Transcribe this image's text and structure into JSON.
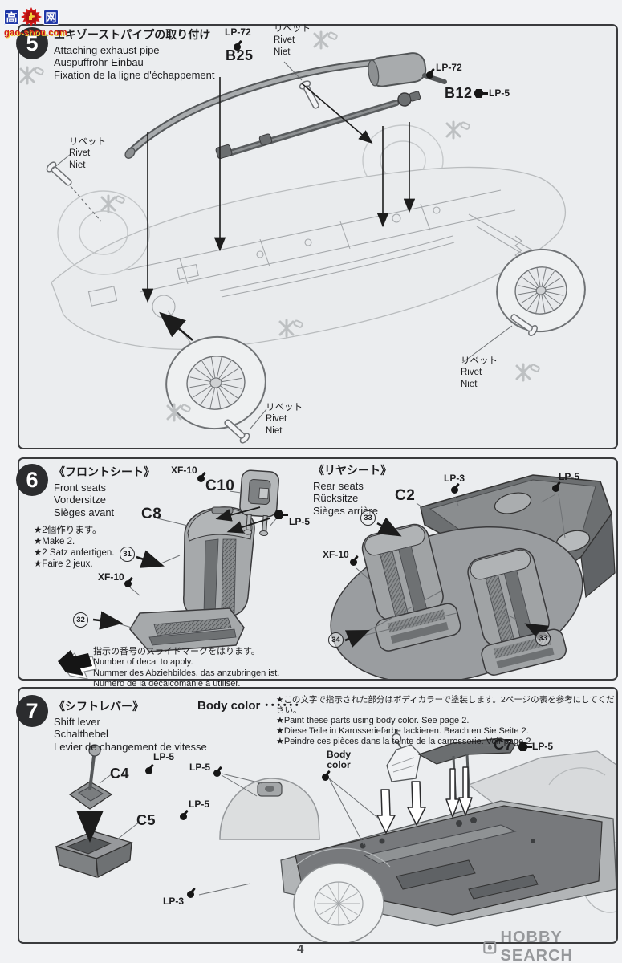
{
  "watermark": {
    "char_left": "高",
    "char_right": "网",
    "domain": "gao-shou.com"
  },
  "footer": {
    "page_number": "4",
    "brand": "HOBBY SEARCH"
  },
  "rivet": {
    "ja": "リベット",
    "en": "Rivet",
    "de": "Niet"
  },
  "paints": {
    "lp72": "LP-72",
    "lp5": "LP-5",
    "lp3": "LP-3",
    "xf10": "XF-10"
  },
  "s5": {
    "num": "5",
    "title_ja": "エキゾーストパイプの取り付け",
    "title_en": "Attaching exhaust pipe",
    "title_de": "Auspuffrohr-Einbau",
    "title_fr": "Fixation de la ligne d'échappement",
    "part_b25": "B25",
    "part_b12": "B12"
  },
  "s6": {
    "num": "6",
    "front_ja": "《フロントシート》",
    "front_en": "Front seats",
    "front_de": "Vordersitze",
    "front_fr": "Sièges avant",
    "rear_ja": "《リヤシート》",
    "rear_en": "Rear seats",
    "rear_de": "Rücksitze",
    "rear_fr": "Sièges arrière",
    "make_ja": "★2個作ります。",
    "make_en": "★Make 2.",
    "make_de": "★2 Satz anfertigen.",
    "make_fr": "★Faire 2 jeux.",
    "decal_ja": "指示の番号のスライドマークをはります。",
    "decal_en": "Number of decal to apply.",
    "decal_de": "Nummer des Abziehbildes, das anzubringen ist.",
    "decal_fr": "Numéro de la décalcomanie à utiliser.",
    "part_c8": "C8",
    "part_c10": "C10",
    "part_c2": "C2",
    "d31": "31",
    "d32": "32",
    "d33": "33",
    "d34": "34"
  },
  "s7": {
    "num": "7",
    "title_ja": "《シフトレバー》",
    "title_en": "Shift lever",
    "title_de": "Schalthebel",
    "title_fr": "Levier de changement de vitesse",
    "body_lead": "Body color ･･････",
    "note_ja": "★この文字で指示された部分はボディカラーで塗装します。2ページの表を参考にしてください。",
    "note_en": "★Paint these parts using body color. See page 2.",
    "note_de": "★Diese Teile in Karosseriefarbe lackieren. Beachten Sie Seite 2.",
    "note_fr": "★Peindre ces pièces dans la teinte de la carrosserie. Voir page 2.",
    "body_l1": "Body",
    "body_l2": "color",
    "part_c4": "C4",
    "part_c5": "C5",
    "part_c7": "C7"
  },
  "colors": {
    "paper": "#f1f2f4",
    "box": "#ebedef",
    "ink": "#1d1d1f",
    "line_light": "#b9bcbe",
    "part_gray": "#a6a9ab",
    "part_dark": "#6e7173",
    "wm_red": "#d01818",
    "wm_blue": "#2038a8",
    "brand_gray": "#96989b"
  }
}
